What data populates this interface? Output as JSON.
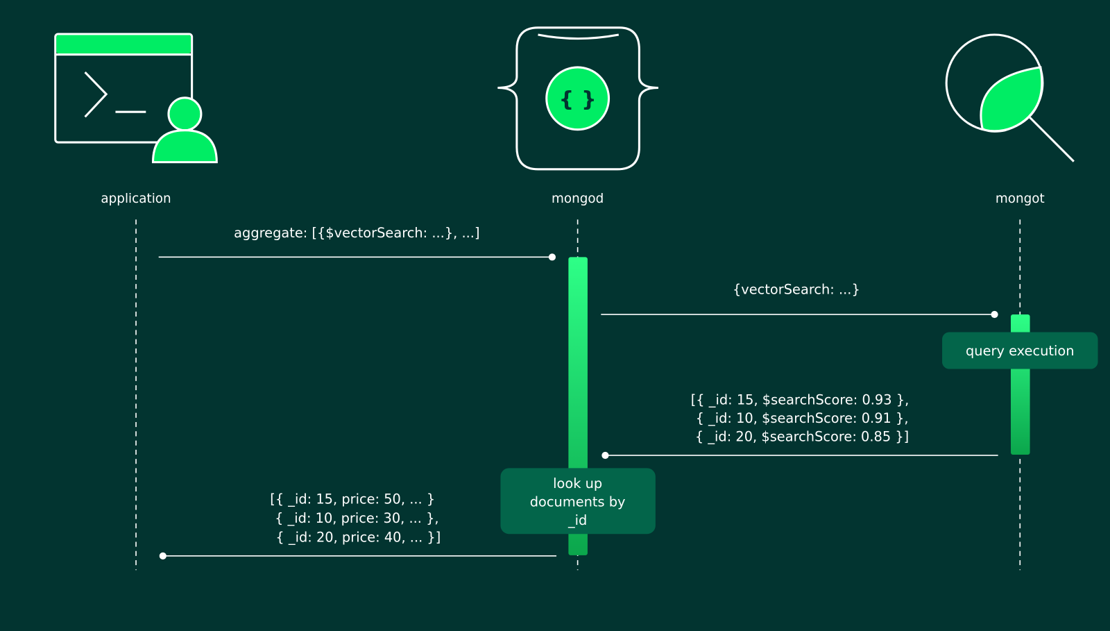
{
  "colors": {
    "background": "#023430",
    "accent": "#00ED64",
    "note_box": "#03654A",
    "line": "#FFFFFF"
  },
  "participants": [
    {
      "label": "application",
      "icon": "terminal-user-icon"
    },
    {
      "label": "mongod",
      "icon": "document-braces-icon"
    },
    {
      "label": "mongot",
      "icon": "search-leaf-icon"
    }
  ],
  "mongod_icon_glyph": "{ }",
  "messages": [
    {
      "label": "aggregate: [{$vectorSearch: ...}, ...]"
    },
    {
      "label": "{vectorSearch: ...}"
    },
    {
      "lines": [
        "[{ _id: 15, $searchScore: 0.93 },",
        "{ _id: 10, $searchScore: 0.91 },",
        "{ _id: 20, $searchScore: 0.85 }]"
      ]
    },
    {
      "lines": [
        "[{ _id: 15, price: 50, ... }",
        "{ _id: 10, price: 30, ... },",
        "{ _id: 20, price: 40, ... }]"
      ]
    }
  ],
  "notes": {
    "query_execution": "query execution",
    "lookup": [
      "look up",
      "documents by",
      "_id"
    ]
  }
}
